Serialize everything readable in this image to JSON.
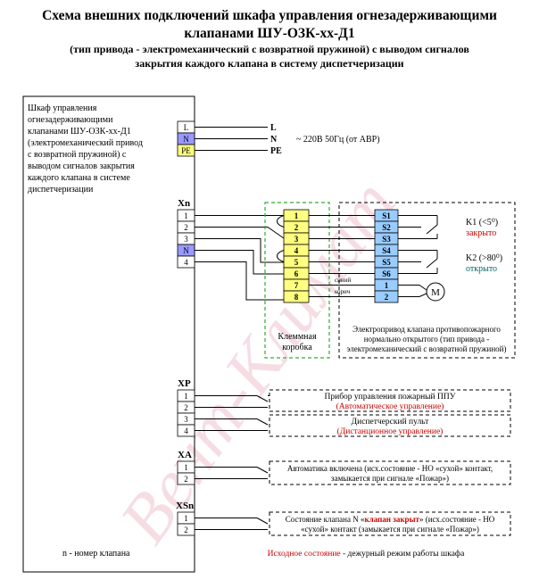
{
  "title": {
    "line1": "Схема внешних подключений шкафа управления огнезадерживающими",
    "line2": "клапанами ШУ-ОЗК-хх-Д1",
    "line3": "(тип привода - электромеханический с возвратной пружиной) с выводом сигналов",
    "line4": "закрытия каждого клапана в систему диспетчеризации"
  },
  "cabinet": {
    "desc": [
      "Шкаф управления",
      "огнезадерживающими",
      "клапанами ШУ-ОЗК-хх-Д1",
      "(электромеханический привод",
      "с возвратной пружиной) с",
      "выводом сигналов закрытия",
      "каждого клапана в системе",
      "диспетчеризации"
    ],
    "footnote": "n - номер клапана"
  },
  "power": {
    "terminals": [
      "L",
      "N",
      "PE"
    ],
    "labels": [
      "L",
      "N",
      "PE"
    ],
    "supply": "~ 220В  50Гц (от АВР)"
  },
  "xn": {
    "name": "Xn",
    "terminals": [
      "1",
      "2",
      "3",
      "N",
      "4"
    ]
  },
  "junction": {
    "terminals": [
      "1",
      "2",
      "3",
      "4",
      "5",
      "6",
      "7",
      "8"
    ],
    "label_line1": "Клеммная",
    "label_line2": "коробка"
  },
  "actuator": {
    "terminals": [
      "S1",
      "S2",
      "S3",
      "S4",
      "S5",
      "S6",
      "1",
      "2"
    ],
    "wire_blue": "синий",
    "wire_brown": "корич",
    "motor": "M",
    "k1": "K1 (<5⁰)",
    "k1_state": "закрыто",
    "k2": "K2 (>80⁰)",
    "k2_state": "открыто",
    "desc": [
      "Электропривод клапана противопожарного",
      "нормально открытого (тип привода -",
      "электромеханический с возвратной пружиной)"
    ]
  },
  "xp": {
    "name": "XP",
    "terminals": [
      "1",
      "2",
      "3",
      "4"
    ],
    "dev1": "Прибор управления пожарный ППУ",
    "dev1_note": "(Автоматическое управление)",
    "dev2": "Диспетчерский пульт",
    "dev2_note": "(Дистанционное управление)"
  },
  "xa": {
    "name": "XA",
    "terminals": [
      "1",
      "2"
    ],
    "text_line1": "Автоматика включена (исх.состояние - НО «сухой» контакт,",
    "text_line2": "замыкается при сигнале «Пожар»)"
  },
  "xsn": {
    "name": "XSn",
    "terminals": [
      "1",
      "2"
    ],
    "text_prefix": "Состояние клапана N «",
    "text_red": "клапан закрыт",
    "text_suffix": "» (исх.состояние - НО",
    "text_line2": "«сухой» контакт (замыкается при сигнале «Пожар»)"
  },
  "footer": {
    "red": "Исходное состояние",
    "rest": " - дежурный режим работы шкафа"
  },
  "watermark": "Вент-Климат",
  "colors": {
    "yellow": "#ffff80",
    "blue": "#99ccff",
    "violet": "#9999ff",
    "red": "#cc0000",
    "green": "#00aa00",
    "teal": "#006666",
    "dashed_green": "#33aa33",
    "watermark": "#f3d2dc"
  }
}
